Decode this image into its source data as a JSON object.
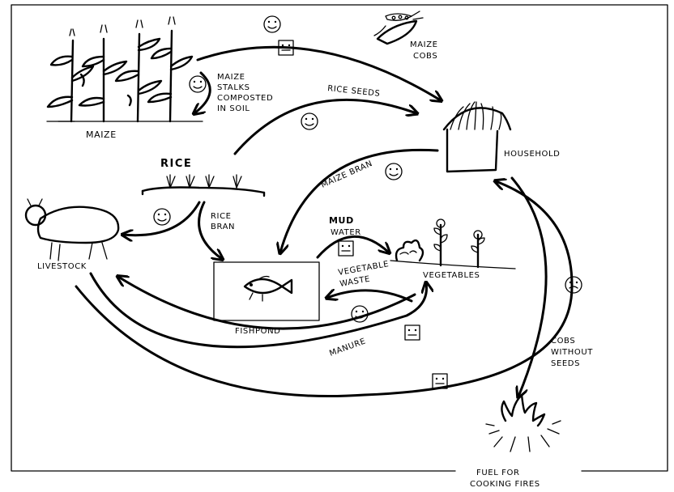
{
  "nodes": {
    "maize": "MAIZE",
    "rice": "RICE",
    "household": "HOUSEHOLD",
    "livestock": "LIVESTOCK",
    "fishpond": "FISHPOND",
    "vegetables": "VEGETABLES",
    "fuel_line1": "FUEL FOR",
    "fuel_line2": "COOKING FIRES",
    "maize_cobs_line1": "MAIZE",
    "maize_cobs_line2": "COBS"
  },
  "flows": {
    "maize_stalks": [
      "MAIZE",
      "STALKS",
      "COMPOSTED",
      "IN SOIL"
    ],
    "rice_seeds": "RICE SEEDS",
    "maize_bran": "MAIZE BRAN",
    "rice_bran": [
      "RICE",
      "BRAN"
    ],
    "mud": "MUD",
    "water": "WATER",
    "vegetable_waste": [
      "VEGETABLE",
      "WASTE"
    ],
    "manure": "MANURE",
    "cobs_without_seeds": [
      "COBS",
      "WITHOUT",
      "SEEDS"
    ]
  }
}
